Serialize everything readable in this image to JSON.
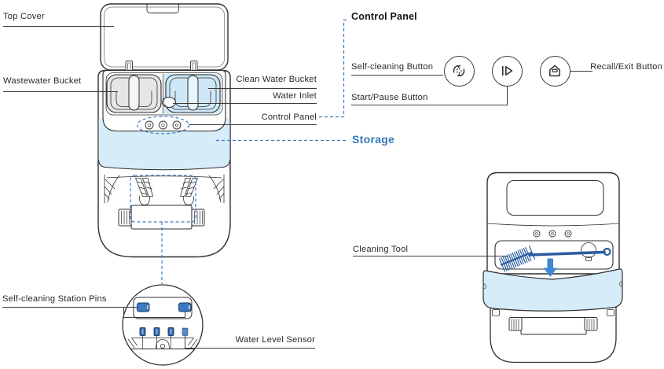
{
  "diagram_labels": {
    "top_cover": "Top Cover",
    "wastewater_bucket": "Wastewater Bucket",
    "clean_water_bucket": "Clean Water Bucket",
    "water_inlet": "Water Inlet",
    "control_panel": "Control Panel",
    "storage": "Storage",
    "self_cleaning_station_pins": "Self-cleaning Station Pins",
    "water_level_sensor": "Water Level Sensor",
    "cleaning_tool": "Cleaning Tool"
  },
  "control_panel_detail": {
    "heading": "Control Panel",
    "buttons": [
      {
        "label": "Self-cleaning Button",
        "icon": "self-cleaning-icon"
      },
      {
        "label": "Start/Pause Button",
        "icon": "start-pause-icon"
      },
      {
        "label": "Recall/Exit Button",
        "icon": "recall-exit-icon"
      }
    ]
  },
  "colors": {
    "highlight_blue": "#d6ecf9",
    "water_blue": "#cfe8f8",
    "accent_blue": "#3a7cc0",
    "storage_text_blue": "#3377bb",
    "bucket_gray": "#e5e6e6",
    "pin_blue": "#3b79c4",
    "sensor_blue": "#2f66ad",
    "sensor_light_blue": "#548bc9",
    "brush_blue": "#2a5e9f",
    "arrow_blue": "#3f86d0",
    "line_dark": "#2f2f2f"
  }
}
